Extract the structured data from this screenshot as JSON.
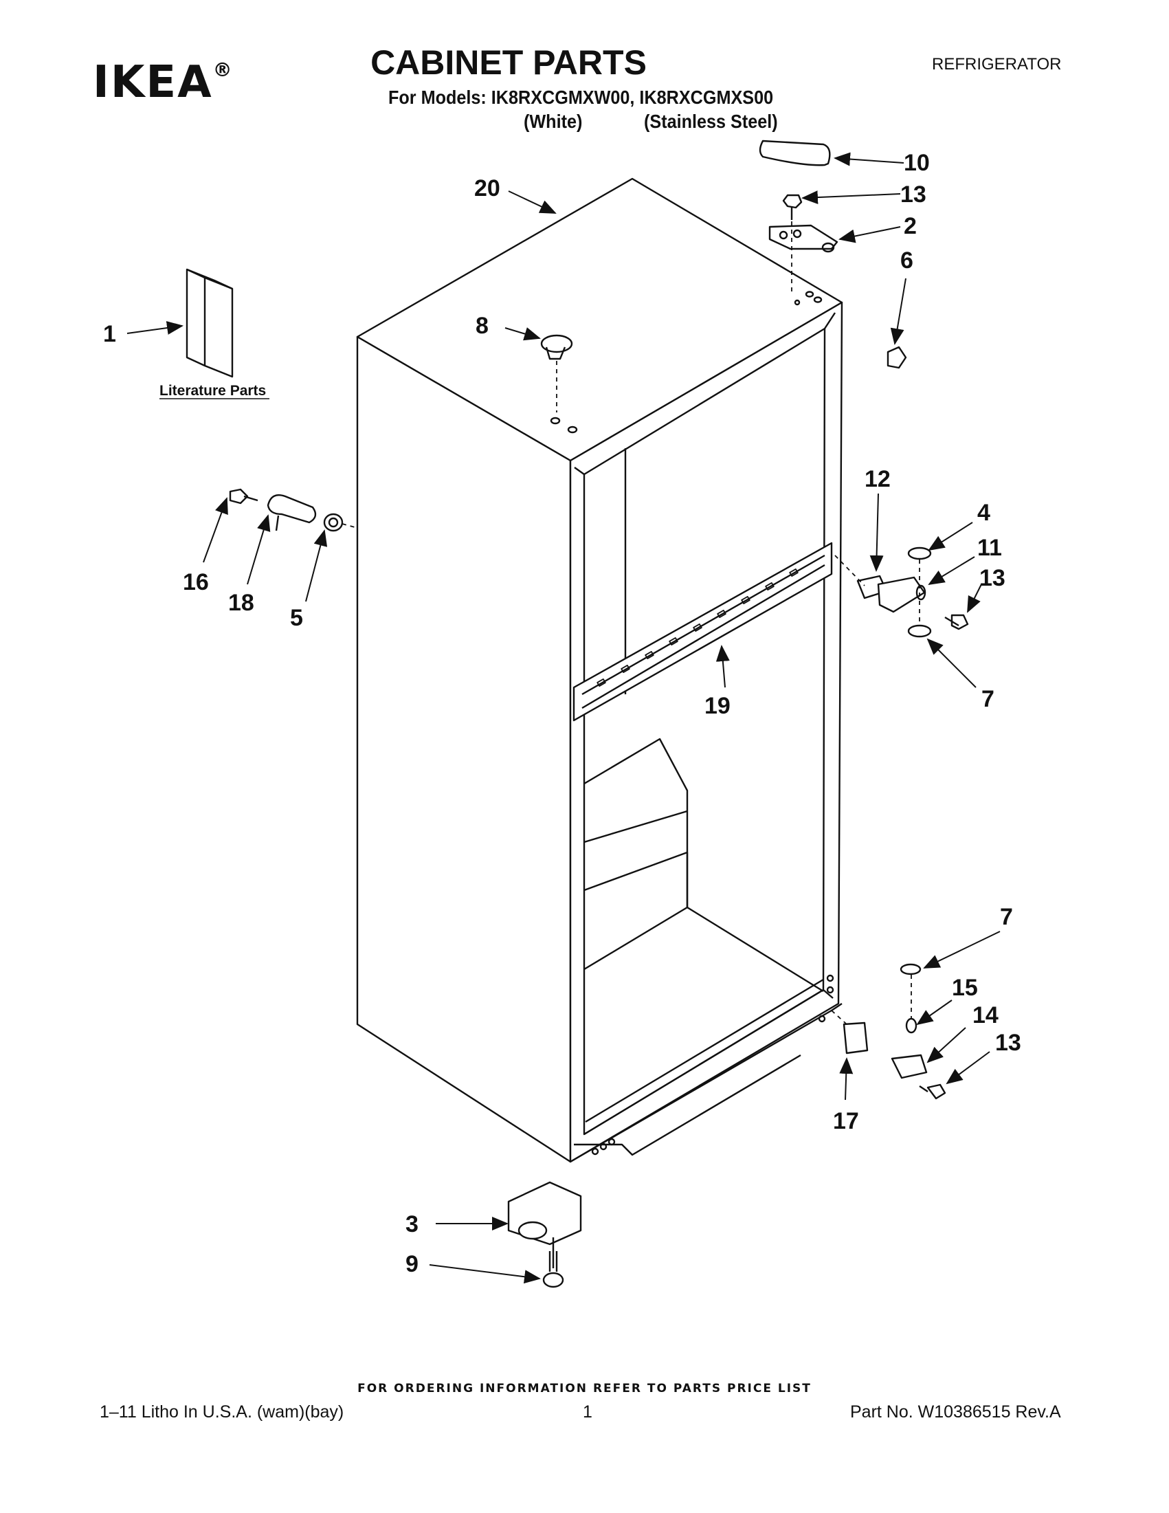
{
  "header": {
    "logo": "IKEA",
    "title": "CABINET PARTS",
    "category": "REFRIGERATOR",
    "models_line": "For Models: IK8RXCGMXW00, IK8RXCGMXS00",
    "color_white": "(White)",
    "color_stainless": "(Stainless Steel)"
  },
  "diagram": {
    "literature_label": "Literature Parts",
    "callouts": {
      "c1": "1",
      "c2": "2",
      "c3": "3",
      "c4": "4",
      "c5": "5",
      "c6": "6",
      "c7a": "7",
      "c7b": "7",
      "c8": "8",
      "c9": "9",
      "c10": "10",
      "c11": "11",
      "c12": "12",
      "c13a": "13",
      "c13b": "13",
      "c13c": "13",
      "c14": "14",
      "c15": "15",
      "c16": "16",
      "c17": "17",
      "c18": "18",
      "c19": "19",
      "c20": "20"
    }
  },
  "footer": {
    "ordering_note": "FOR ORDERING INFORMATION REFER TO PARTS PRICE LIST",
    "litho": "1–11 Litho In U.S.A. (wam)(bay)",
    "page_number": "1",
    "part_number": "Part No. W10386515 Rev.A"
  }
}
